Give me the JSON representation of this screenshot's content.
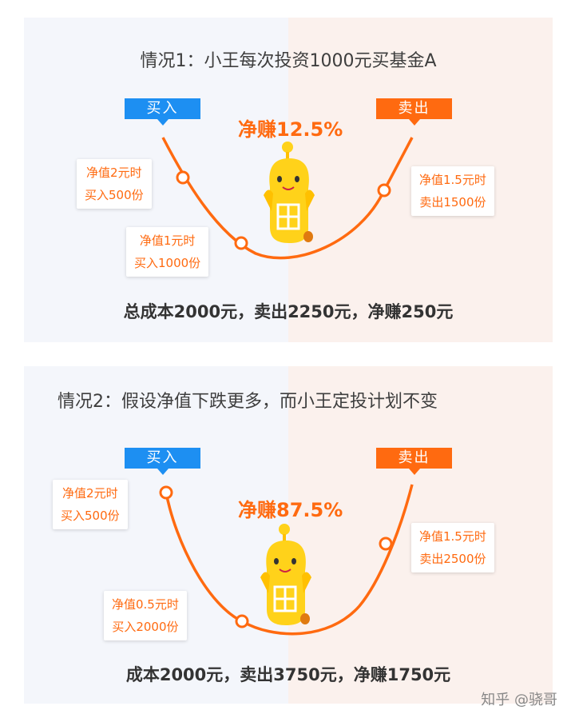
{
  "panel1": {
    "title": "情况1：小王每次投资1000元买基金A",
    "buy_tag": "买入",
    "sell_tag": "卖出",
    "profit": "净赚12.5%",
    "points": [
      {
        "line1": "净值2元时",
        "line2": "买入500份"
      },
      {
        "line1": "净值1元时",
        "line2": "买入1000份"
      },
      {
        "line1": "净值1.5元时",
        "line2": "卖出1500份"
      }
    ],
    "summary": "总成本2000元，卖出2250元，净赚250元"
  },
  "panel2": {
    "title": "情况2：假设净值下跌更多，而小王定投计划不变",
    "buy_tag": "买入",
    "sell_tag": "卖出",
    "profit": "净赚87.5%",
    "points": [
      {
        "line1": "净值2元时",
        "line2": "买入500份"
      },
      {
        "line1": "净值0.5元时",
        "line2": "买入2000份"
      },
      {
        "line1": "净值1.5元时",
        "line2": "卖出2500份"
      }
    ],
    "summary": "成本2000元，卖出3750元，净赚1750元"
  },
  "colors": {
    "buy": "#1d8ff2",
    "sell": "#ff6a10",
    "curve": "#ff6a10"
  },
  "watermark": "知乎 @骁哥"
}
